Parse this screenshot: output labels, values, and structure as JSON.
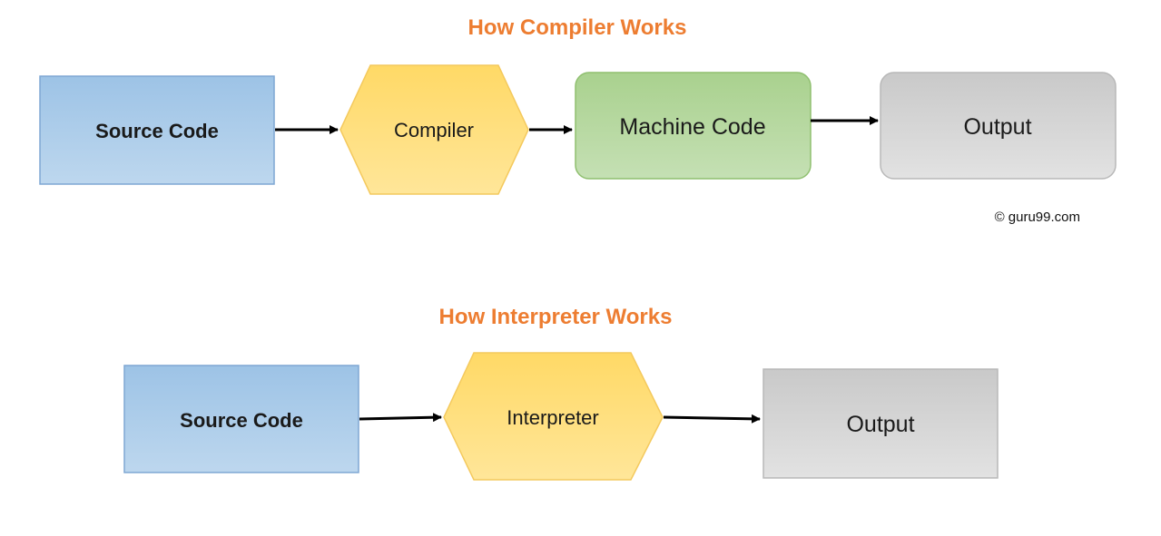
{
  "colors": {
    "title": "#ED7D31",
    "source_fill_top": "#9DC3E6",
    "source_fill_bottom": "#BDD7EE",
    "source_stroke": "#7FA7D3",
    "process_fill_top": "#FFD966",
    "process_fill_bottom": "#FFE699",
    "process_stroke": "#F4C95D",
    "machine_fill_top": "#A9D18E",
    "machine_fill_bottom": "#C5E0B4",
    "machine_stroke": "#8FBF6F",
    "output_fill_top": "#C9C9C9",
    "output_fill_bottom": "#E2E2E2",
    "output_stroke": "#B8B8B8",
    "arrow": "#000000"
  },
  "compiler": {
    "title": "How Compiler Works",
    "nodes": {
      "source": "Source Code",
      "process": "Compiler",
      "machine": "Machine Code",
      "output": "Output"
    },
    "edges": [
      {
        "from": "source",
        "to": "process"
      },
      {
        "from": "process",
        "to": "machine"
      },
      {
        "from": "machine",
        "to": "output"
      }
    ]
  },
  "copyright": "© guru99.com",
  "interpreter": {
    "title": "How Interpreter Works",
    "nodes": {
      "source": "Source Code",
      "process": "Interpreter",
      "output": "Output"
    },
    "edges": [
      {
        "from": "source",
        "to": "process"
      },
      {
        "from": "process",
        "to": "output"
      }
    ]
  }
}
